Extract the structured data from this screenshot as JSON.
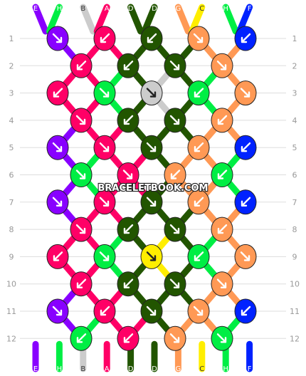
{
  "watermark": "BRACELETBOOK.COM",
  "strands": {
    "top_labels": [
      "E",
      "H",
      "B",
      "A",
      "D",
      "D",
      "G",
      "C",
      "H",
      "F"
    ],
    "bottom_labels": [
      "E",
      "H",
      "B",
      "A",
      "D",
      "D",
      "G",
      "C",
      "H",
      "F"
    ],
    "colors": {
      "A": "#ff0066",
      "B": "#cccccc",
      "C": "#ffee00",
      "D": "#225500",
      "E": "#8800ff",
      "F": "#0022ff",
      "G": "#ff9955",
      "H": "#00ee44"
    }
  },
  "rows": {
    "left_numbers": [
      "1",
      "2",
      "3",
      "4",
      "5",
      "6",
      "7",
      "8",
      "9",
      "10",
      "11",
      "12"
    ],
    "right_numbers": [
      "1",
      "2",
      "3",
      "4",
      "5",
      "6",
      "7",
      "8",
      "9",
      "10",
      "11",
      "12"
    ]
  },
  "knots": [
    [
      {
        "color": "E",
        "arrow": "down-right"
      },
      {
        "color": "A",
        "arrow": "down-left"
      },
      {
        "color": "D",
        "arrow": "down-left"
      },
      {
        "color": "G",
        "arrow": "down-right"
      },
      {
        "color": "F",
        "arrow": "down-left"
      }
    ],
    [
      {
        "color": "A",
        "arrow": "down-left"
      },
      {
        "color": "D",
        "arrow": "down-left"
      },
      {
        "color": "D",
        "arrow": "down-right"
      },
      {
        "color": "G",
        "arrow": "down-right"
      }
    ],
    [
      {
        "color": "A",
        "arrow": "down-left"
      },
      {
        "color": "H",
        "arrow": "down-right"
      },
      {
        "color": "B",
        "arrow": "down-right"
      },
      {
        "color": "H",
        "arrow": "down-left"
      },
      {
        "color": "G",
        "arrow": "down-right"
      }
    ],
    [
      {
        "color": "A",
        "arrow": "down-right"
      },
      {
        "color": "D",
        "arrow": "down-left"
      },
      {
        "color": "D",
        "arrow": "down-right"
      },
      {
        "color": "G",
        "arrow": "down-left"
      }
    ],
    [
      {
        "color": "E",
        "arrow": "down-right"
      },
      {
        "color": "A",
        "arrow": "down-right"
      },
      {
        "color": "D",
        "arrow": "down-right"
      },
      {
        "color": "G",
        "arrow": "down-left"
      },
      {
        "color": "F",
        "arrow": "down-left"
      }
    ],
    [
      {
        "color": "H",
        "arrow": "down-right"
      },
      {
        "color": "A",
        "arrow": "down-right"
      },
      {
        "color": "G",
        "arrow": "down-left"
      },
      {
        "color": "H",
        "arrow": "down-left"
      }
    ],
    [
      {
        "color": "E",
        "arrow": "down-right"
      },
      {
        "color": "A",
        "arrow": "down-right"
      },
      {
        "color": "D",
        "arrow": "down-right"
      },
      {
        "color": "G",
        "arrow": "down-left"
      },
      {
        "color": "F",
        "arrow": "down-left"
      }
    ],
    [
      {
        "color": "A",
        "arrow": "down-right"
      },
      {
        "color": "D",
        "arrow": "down-left"
      },
      {
        "color": "D",
        "arrow": "down-right"
      },
      {
        "color": "G",
        "arrow": "down-left"
      }
    ],
    [
      {
        "color": "A",
        "arrow": "down-left"
      },
      {
        "color": "H",
        "arrow": "down-right"
      },
      {
        "color": "C",
        "arrow": "down-right"
      },
      {
        "color": "H",
        "arrow": "down-left"
      },
      {
        "color": "G",
        "arrow": "down-right"
      }
    ],
    [
      {
        "color": "A",
        "arrow": "down-left"
      },
      {
        "color": "D",
        "arrow": "down-left"
      },
      {
        "color": "D",
        "arrow": "down-right"
      },
      {
        "color": "G",
        "arrow": "down-right"
      }
    ],
    [
      {
        "color": "E",
        "arrow": "down-right"
      },
      {
        "color": "A",
        "arrow": "down-left"
      },
      {
        "color": "D",
        "arrow": "down-right"
      },
      {
        "color": "G",
        "arrow": "down-right"
      },
      {
        "color": "F",
        "arrow": "down-left"
      }
    ],
    [
      {
        "color": "H",
        "arrow": "down-left"
      },
      {
        "color": "A",
        "arrow": "down-left"
      },
      {
        "color": "G",
        "arrow": "down-right"
      },
      {
        "color": "H",
        "arrow": "down-right"
      }
    ]
  ]
}
